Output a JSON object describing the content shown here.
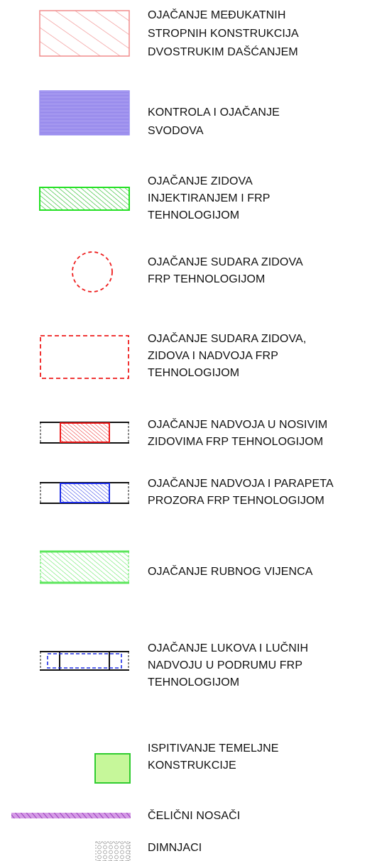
{
  "colors": {
    "salmon": "#f08c8c",
    "violet": "#9a8ef0",
    "green": "#22e022",
    "red": "#ee1c1c",
    "blue": "#1c2ce6",
    "light_green": "#5ce65c",
    "foundation_fill": "#c6f79a",
    "foundation_border": "#2fcc2f",
    "steel": "#c06cd8",
    "chimney": "#9a9a9a"
  },
  "legend": [
    {
      "id": "floor-strengthening",
      "symbol": "salmon-hatched-rectangle",
      "label": "OJAČANJE MEĐUKATNIH\nSTROPNIH KONSTRUKCIJA\nDVOSTRUKIM DAŠĆANJEM"
    },
    {
      "id": "vault-control",
      "symbol": "violet-filled-rectangle",
      "label": "KONTROLA I OJAČANJE\nSVODOVA"
    },
    {
      "id": "wall-injection",
      "symbol": "green-hatched-rectangle",
      "label": "OJAČANJE ZIDOVA\nINJEKTIRANJEM I FRP\nTEHNOLOGIJOM"
    },
    {
      "id": "wall-junction-circle",
      "symbol": "red-dashed-circle",
      "label": "OJAČANJE SUDARA ZIDOVA\nFRP TEHNOLOGIJOM"
    },
    {
      "id": "wall-junction-rect",
      "symbol": "red-dashed-rectangle",
      "label": "OJAČANJE SUDARA ZIDOVA,\nZIDOVA I NADVOJA FRP\nTEHNOLOGIJOM"
    },
    {
      "id": "lintel-bearing-walls",
      "symbol": "red-hatched-lintel",
      "label": "OJAČANJE NADVOJA U NOSIVIM\nZIDOVIMA FRP TEHNOLOGIJOM"
    },
    {
      "id": "lintel-parapet",
      "symbol": "blue-hatched-lintel",
      "label": "OJAČANJE NADVOJA I PARAPETA\nPROZORA FRP TEHNOLOGIJOM"
    },
    {
      "id": "ring-beam",
      "symbol": "light-green-hatched-rectangle",
      "label": "OJAČANJE RUBNOG VIJENCA"
    },
    {
      "id": "arches-basement",
      "symbol": "blue-dashed-arch",
      "label": "OJAČANJE LUKOVA I LUČNIH\nNADVOJU U PODRUMU FRP\nTEHNOLOGIJOM"
    },
    {
      "id": "foundation-testing",
      "symbol": "green-filled-square",
      "label": "ISPITIVANJE TEMELJNE\nKONSTRUKCIJE"
    },
    {
      "id": "steel-beams",
      "symbol": "purple-hatched-bar",
      "label": "ČELIČNI NOSAČI"
    },
    {
      "id": "chimneys",
      "symbol": "grey-circle-pattern",
      "label": "DIMNJACI"
    }
  ]
}
